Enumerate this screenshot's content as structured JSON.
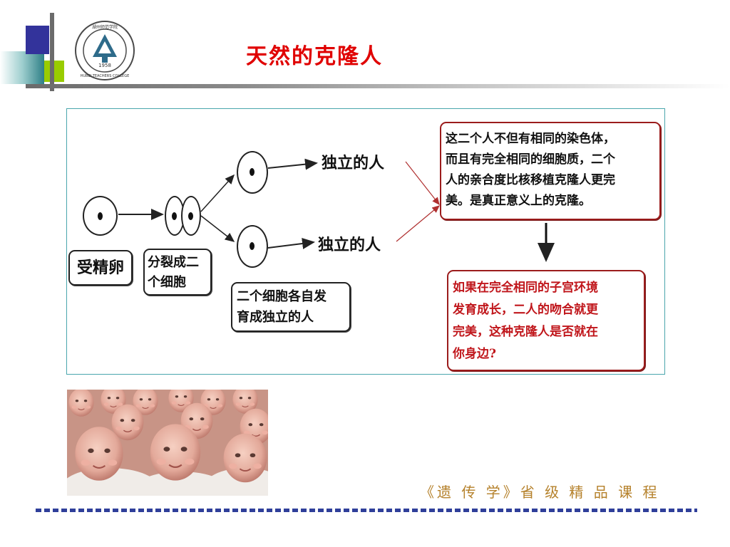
{
  "slide": {
    "title": "天然的克隆人",
    "footer": "《遗 传 学》省 级 精 品 课 程"
  },
  "logo": {
    "year": "1958",
    "arc_text": "HUBEI TEACHERS COLLEGE",
    "seal_text": "湖州师范学院"
  },
  "diagram": {
    "label_zygote": "受精卵",
    "label_split": [
      "分裂成二",
      "个细胞"
    ],
    "label_develop": [
      "二个细胞各自发",
      "育成独立的人"
    ],
    "label_person_1": "独立的人",
    "label_person_2": "独立的人",
    "box_explanation": [
      "这二个人不但有相同的染色体，",
      "而且有完全相同的细胞质，二个",
      "人的亲合度比核移植克隆人更完",
      "美。是真正意义上的克隆。"
    ],
    "box_question": [
      "如果在完全相同的子宫环境",
      "发育成长，二人的吻合就更",
      "完美，这种克隆人是否就在",
      "你身边?"
    ]
  },
  "colors": {
    "title": "#e00000",
    "accent_navy": "#33339b",
    "accent_green": "#99cc00",
    "footer": "#b5812b",
    "question_text": "#c0161b"
  },
  "image": {
    "subject": "cloned-babies-photo"
  }
}
